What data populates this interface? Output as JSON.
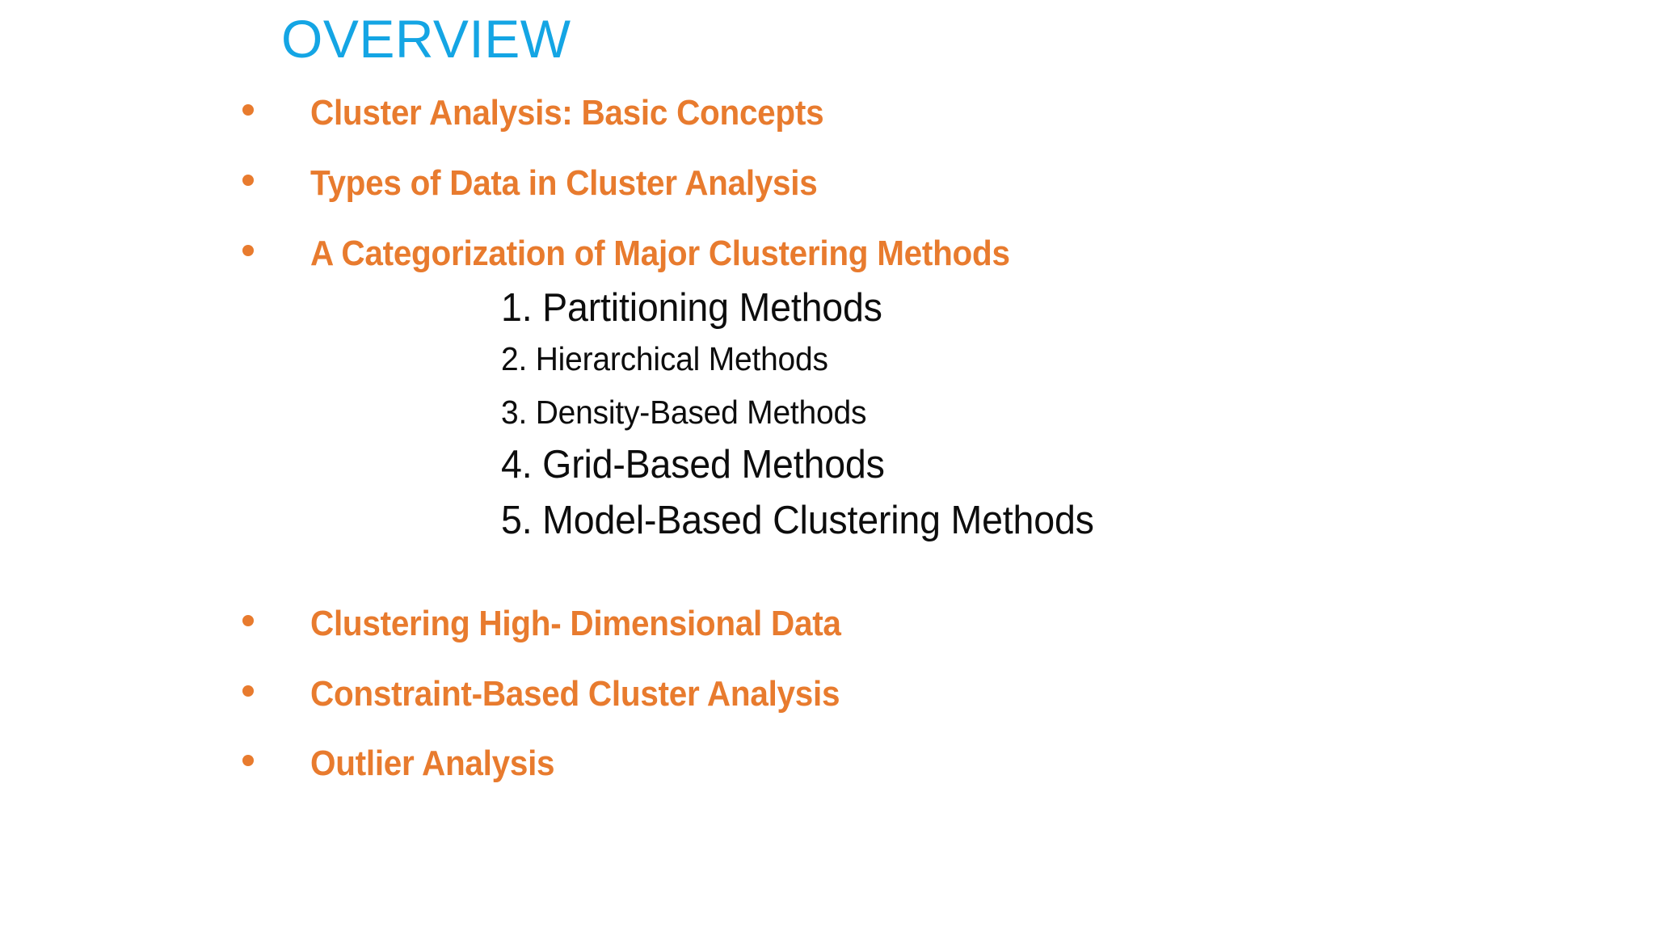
{
  "slide": {
    "title": "OVERVIEW",
    "background_color": "#ffffff",
    "title_color": "#14A5E4",
    "bullet_color": "#E87B2E",
    "sub_item_color": "#0D0D0D"
  },
  "bullets": [
    {
      "label": "Cluster Analysis: Basic Concepts"
    },
    {
      "label": "Types of Data in Cluster Analysis"
    },
    {
      "label": "A Categorization of Major Clustering Methods"
    },
    {
      "label": "Clustering High- Dimensional Data"
    },
    {
      "label": "Constraint-Based Cluster Analysis"
    },
    {
      "label": "Outlier Analysis"
    }
  ],
  "numbered_items": [
    {
      "label": "1. Partitioning Methods"
    },
    {
      "label": "2. Hierarchical Methods"
    },
    {
      "label": "3. Density-Based Methods"
    },
    {
      "label": "4. Grid-Based Methods"
    },
    {
      "label": "5. Model-Based Clustering Methods"
    }
  ]
}
